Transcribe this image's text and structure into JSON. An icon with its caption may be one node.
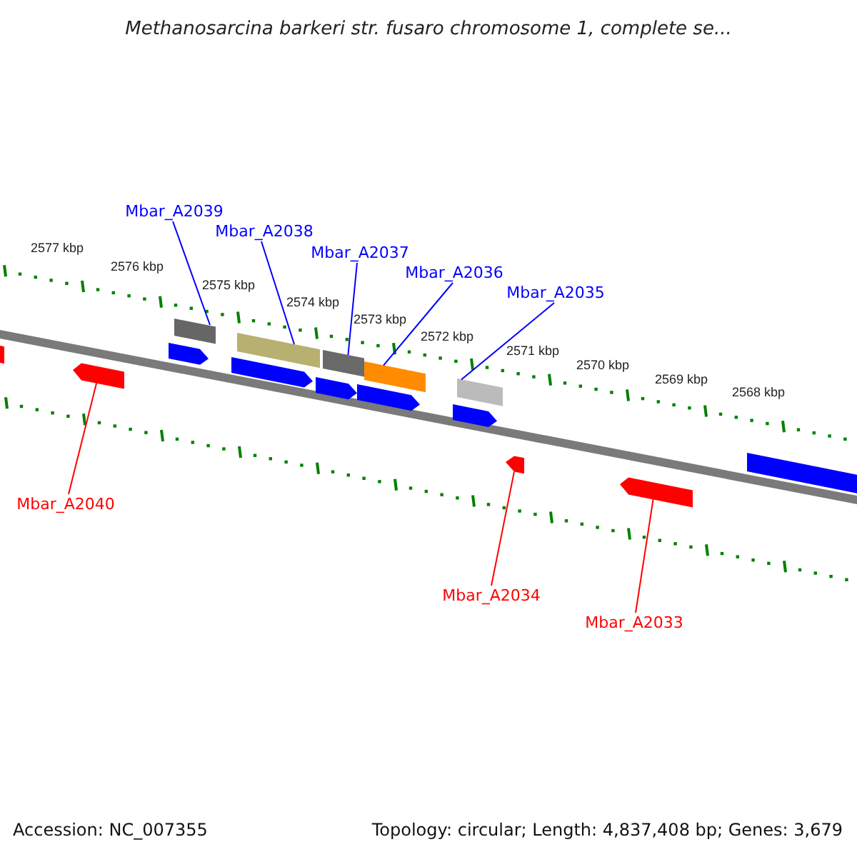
{
  "diagram": {
    "title": "Methanosarcina barkeri str. fusaro chromosome 1, complete se...",
    "nodes": [
      {
        "text": [
          "Mbar_A2039"
        ]
      },
      {
        "text": [
          "Mbar_A2038"
        ]
      },
      {
        "text": [
          "Mbar_A2037"
        ]
      },
      {
        "text": [
          "Mbar_A2036"
        ]
      },
      {
        "text": [
          "Mbar_A2035"
        ]
      },
      {
        "text": [
          "Mbar_A2040"
        ]
      },
      {
        "text": [
          "Mbar_A2034"
        ]
      },
      {
        "text": [
          "Mbar_A2033"
        ]
      },
      {
        "text": [],
        "shape": "bar"
      },
      {
        "text": [],
        "shape": "bar"
      },
      {
        "text": [],
        "shape": "bar"
      },
      {
        "text": [],
        "shape": "bar"
      },
      {
        "text": [],
        "shape": "bar"
      },
      {
        "text": [],
        "shape": "bar"
      },
      {
        "text": [],
        "shape": "bar"
      },
      {
        "text": [],
        "shape": "bar"
      },
      {
        "text": [],
        "shape": "bar"
      },
      {
        "text": [],
        "shape": "bar"
      },
      {
        "text": [],
        "shape": "bar"
      },
      {
        "text": [],
        "shape": "bar"
      },
      {
        "text": [],
        "shape": "bar"
      },
      {
        "text": [],
        "shape": "bar"
      },
      {
        "text": [],
        "shape": "bar"
      }
    ],
    "edges": [
      {
        "from": 0,
        "to": 8,
        "arrow": "none"
      },
      {
        "from": 1,
        "to": 9,
        "arrow": "none"
      },
      {
        "from": 2,
        "to": 10,
        "arrow": "none"
      },
      {
        "from": 3,
        "to": 11,
        "arrow": "none"
      },
      {
        "from": 4,
        "to": 12,
        "arrow": "none"
      },
      {
        "from": 5,
        "to": 13,
        "arrow": "none",
        "color": "#ff0000"
      },
      {
        "from": 6,
        "to": 14,
        "arrow": "none",
        "color": "#ff0000"
      },
      {
        "from": 7,
        "to": 15,
        "arrow": "none",
        "color": "#ff0000"
      }
    ],
    "labels": [
      "2577 kbp",
      "2576 kbp",
      "2575 kbp",
      "2574 kbp",
      "2573 kbp",
      "2572 kbp",
      "2571 kbp",
      "2570 kbp",
      "2569 kbp",
      "2568 kbp",
      "Accession: NC_007355",
      "Topology: circular; Length: 4,837,408 bp; Genes: 3,679"
    ]
  }
}
